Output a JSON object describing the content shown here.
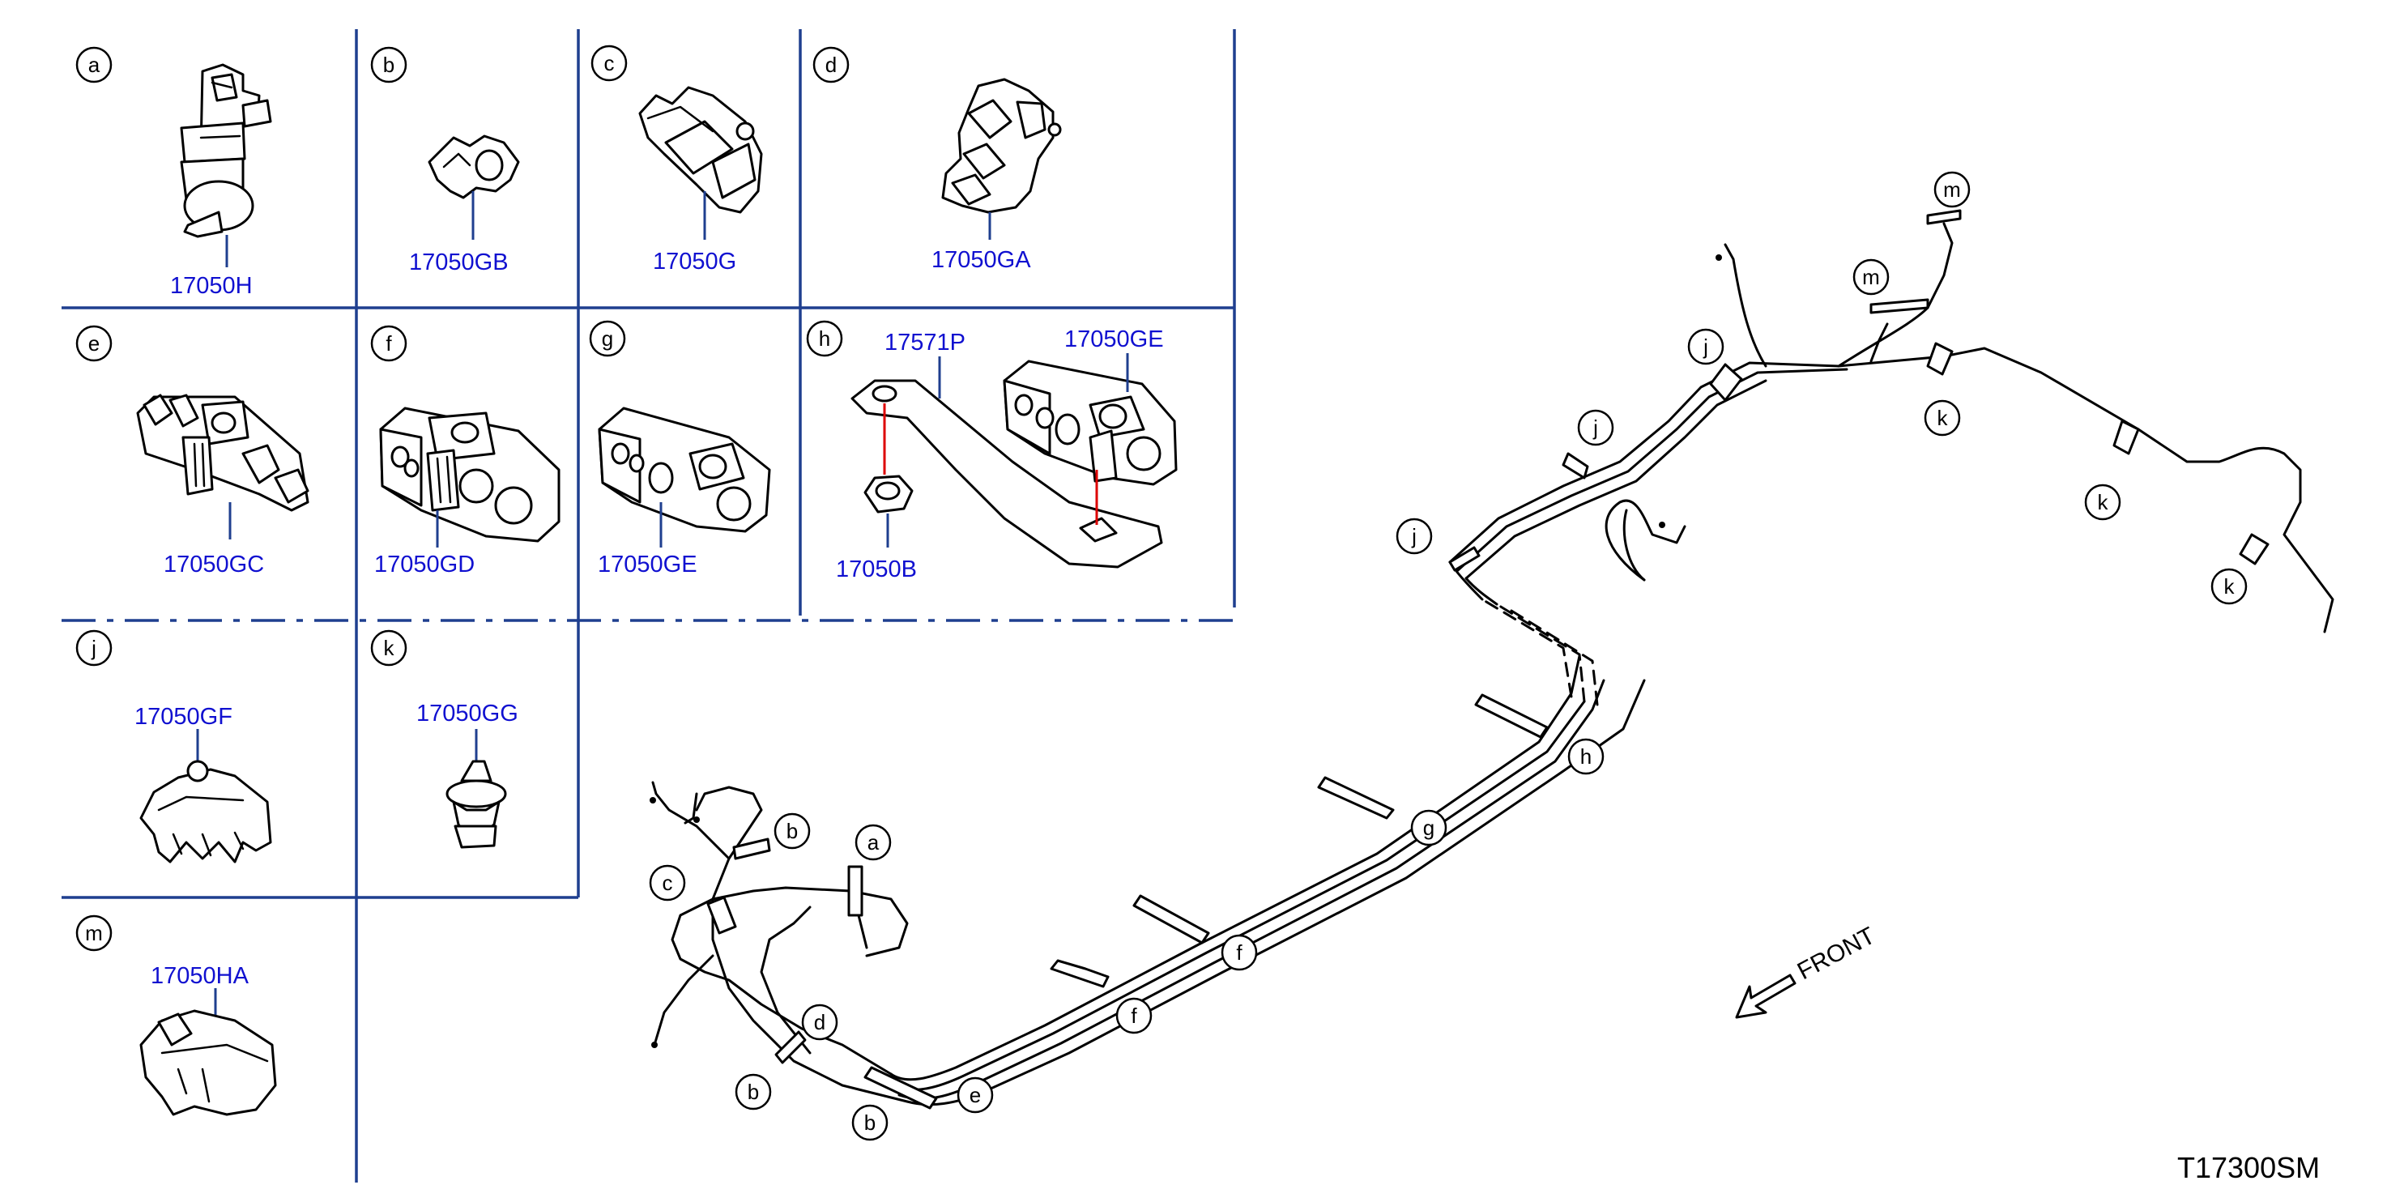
{
  "cells": [
    {
      "letter": "a",
      "part": "17050H"
    },
    {
      "letter": "b",
      "part": "17050GB"
    },
    {
      "letter": "c",
      "part": "17050G"
    },
    {
      "letter": "d",
      "part": "17050GA"
    },
    {
      "letter": "e",
      "part": "17050GC"
    },
    {
      "letter": "f",
      "part": "17050GD"
    },
    {
      "letter": "g",
      "part": "17050GE"
    },
    {
      "letter": "h",
      "parts": [
        "17571P",
        "17050GE",
        "17050B"
      ]
    },
    {
      "letter": "j",
      "part": "17050GF"
    },
    {
      "letter": "k",
      "part": "17050GG"
    },
    {
      "letter": "m",
      "part": "17050HA"
    }
  ],
  "callouts": [
    "a",
    "b",
    "b",
    "b",
    "c",
    "d",
    "e",
    "f",
    "f",
    "g",
    "h",
    "j",
    "j",
    "j",
    "k",
    "k",
    "k",
    "m",
    "m"
  ],
  "front_label": "FRONT",
  "diagram_code": "T17300SM",
  "colors": {
    "grid": "#1f3f8f",
    "part_numbers": "#1010d0",
    "leader_red": "#dd0000"
  }
}
